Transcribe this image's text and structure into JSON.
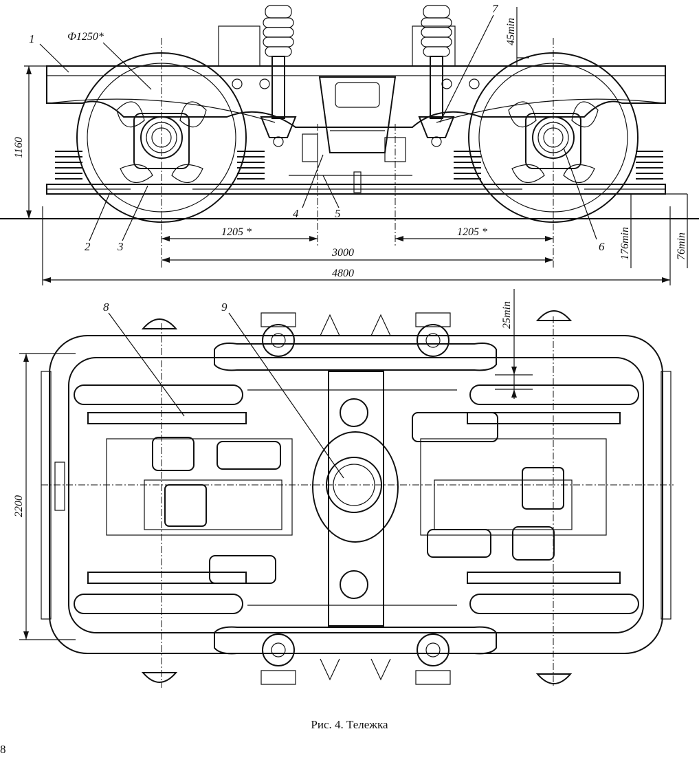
{
  "figure": {
    "caption": "Рис. 4. Тележка",
    "page_number": "8"
  },
  "side_view": {
    "callouts": [
      "1",
      "2",
      "3",
      "4",
      "5",
      "6",
      "7"
    ],
    "wheel_diameter_label": "Ф1250*",
    "dimensions": {
      "height": "1160",
      "axle_to_center_left": "1205 *",
      "axle_to_center_right": "1205 *",
      "wheelbase": "3000",
      "overall_length": "4800",
      "clearance_top": "45min",
      "clearance_bottom_1": "176min",
      "clearance_bottom_2": "76min"
    }
  },
  "top_view": {
    "callouts": [
      "8",
      "9"
    ],
    "dimensions": {
      "width": "2200",
      "clearance": "25min"
    }
  }
}
